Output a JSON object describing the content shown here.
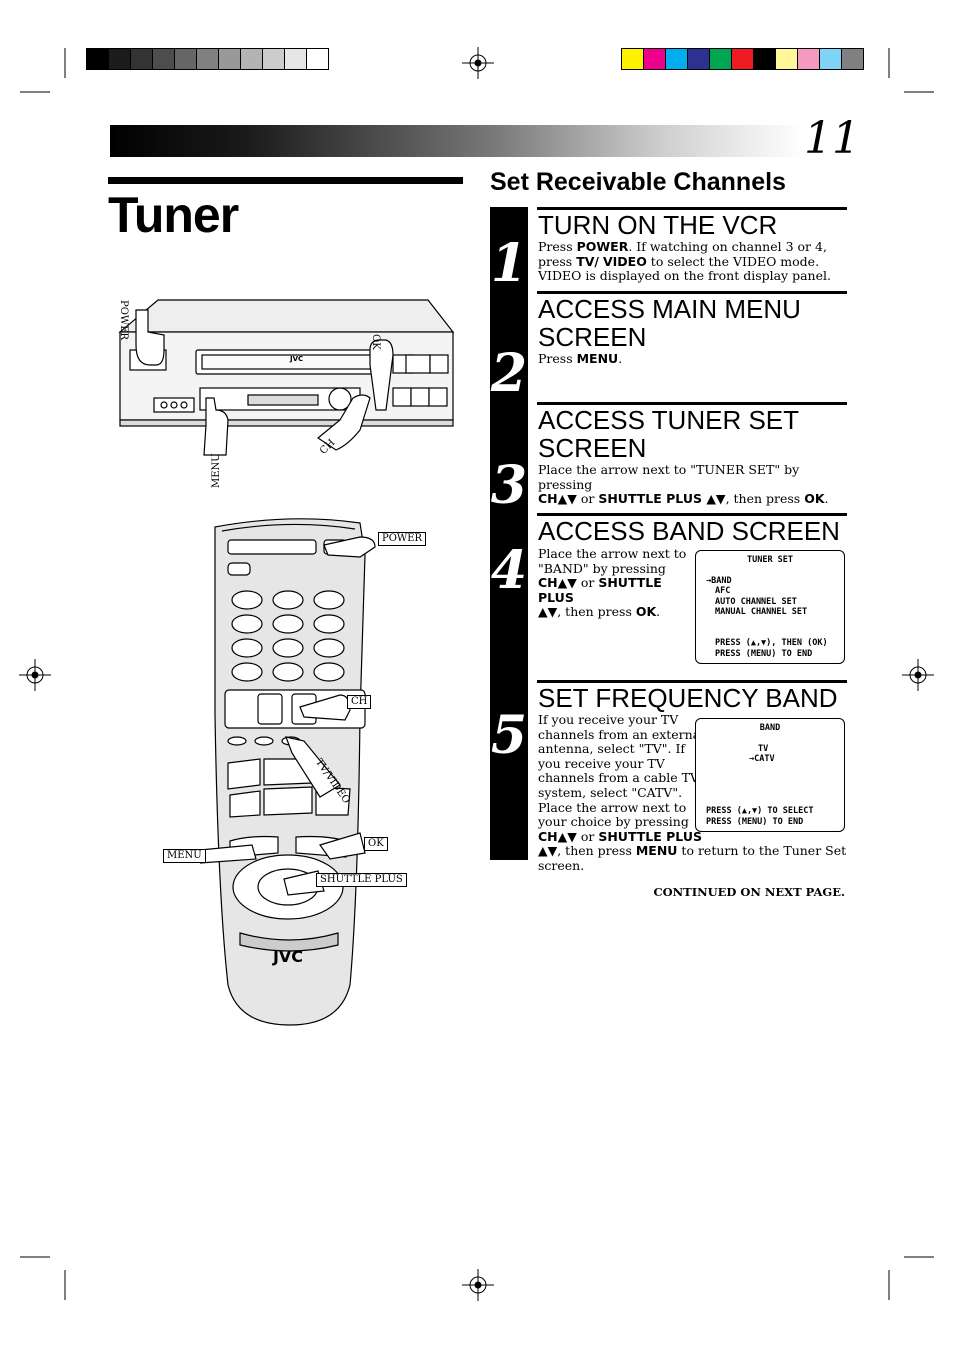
{
  "page": {
    "number": "11",
    "title": "Tuner",
    "section_heading": "Set Receivable Channels",
    "continued": "CONTINUED ON NEXT PAGE."
  },
  "steps": [
    {
      "number": "1",
      "title": "TURN ON THE VCR",
      "text_parts": [
        "Press ",
        "POWER",
        ". If watching on channel 3 or 4, press ",
        "TV/",
        "VIDEO",
        " to select the VIDEO mode. VIDEO is displayed on the front display panel."
      ]
    },
    {
      "number": "2",
      "title_line1": "ACCESS MAIN MENU",
      "title_line2": "SCREEN",
      "text_parts": [
        "Press ",
        "MENU",
        "."
      ]
    },
    {
      "number": "3",
      "title_line1": "ACCESS TUNER SET",
      "title_line2": "SCREEN",
      "text_line1": "Place the arrow next to \"TUNER SET\" by pressing",
      "text_parts": [
        "CH▲▼",
        " or ",
        "SHUTTLE PLUS ▲▼",
        ",  then press ",
        "OK",
        "."
      ]
    },
    {
      "number": "4",
      "title": "ACCESS BAND SCREEN",
      "text_line1": "Place the arrow next to",
      "text_line2": "\"BAND\" by pressing",
      "text_parts_a": [
        "CH▲▼",
        " or ",
        "SHUTTLE PLUS"
      ],
      "text_parts_b": [
        "▲▼",
        ", then press ",
        "OK",
        "."
      ]
    },
    {
      "number": "5",
      "title": "SET FREQUENCY BAND",
      "text_lines": [
        "If you receive your TV",
        "channels from an external",
        "antenna, select \"TV\". If",
        "you receive your TV",
        "channels from a cable TV",
        "system, select \"CATV\".",
        "Place the arrow next to",
        "your choice by pressing"
      ],
      "text_parts_a": [
        "CH▲▼",
        " or ",
        "SHUTTLE PLUS"
      ],
      "text_parts_b": [
        "▲▼",
        ", then press ",
        "MENU",
        " to return to the Tuner Set screen."
      ]
    }
  ],
  "screens": {
    "tuner_set": {
      "title": "TUNER SET",
      "items": [
        "→BAND",
        "AFC",
        "AUTO CHANNEL SET",
        "MANUAL CHANNEL SET"
      ],
      "footer1": "PRESS (▲,▼), THEN (OK)",
      "footer2": "PRESS (MENU) TO END"
    },
    "band": {
      "title": "BAND",
      "items": [
        "TV",
        "→CATV"
      ],
      "footer1": "PRESS (▲,▼) TO SELECT",
      "footer2": "PRESS (MENU) TO END"
    }
  },
  "vcr_labels": {
    "power": "POWER",
    "ok": "OK",
    "menu": "MENU",
    "ch": "CH",
    "brand": "JVC"
  },
  "remote_labels": {
    "power": "POWER",
    "ch": "CH",
    "tv_video": "TV/VIDEO",
    "ok": "OK",
    "menu": "MENU",
    "shuttle_plus": "SHUTTLE PLUS",
    "brand": "JVC"
  },
  "colors": {
    "gray_bar": [
      "#000000",
      "#1c1c1c",
      "#333333",
      "#4d4d4d",
      "#666666",
      "#808080",
      "#999999",
      "#b3b3b3",
      "#cccccc",
      "#e6e6e6",
      "#ffffff"
    ],
    "color_bar": [
      "#fff200",
      "#ec008c",
      "#00aeef",
      "#2e3192",
      "#00a651",
      "#ed1c24",
      "#000000",
      "#fff799",
      "#f49ac1",
      "#7fd3f7",
      "#808080"
    ]
  }
}
